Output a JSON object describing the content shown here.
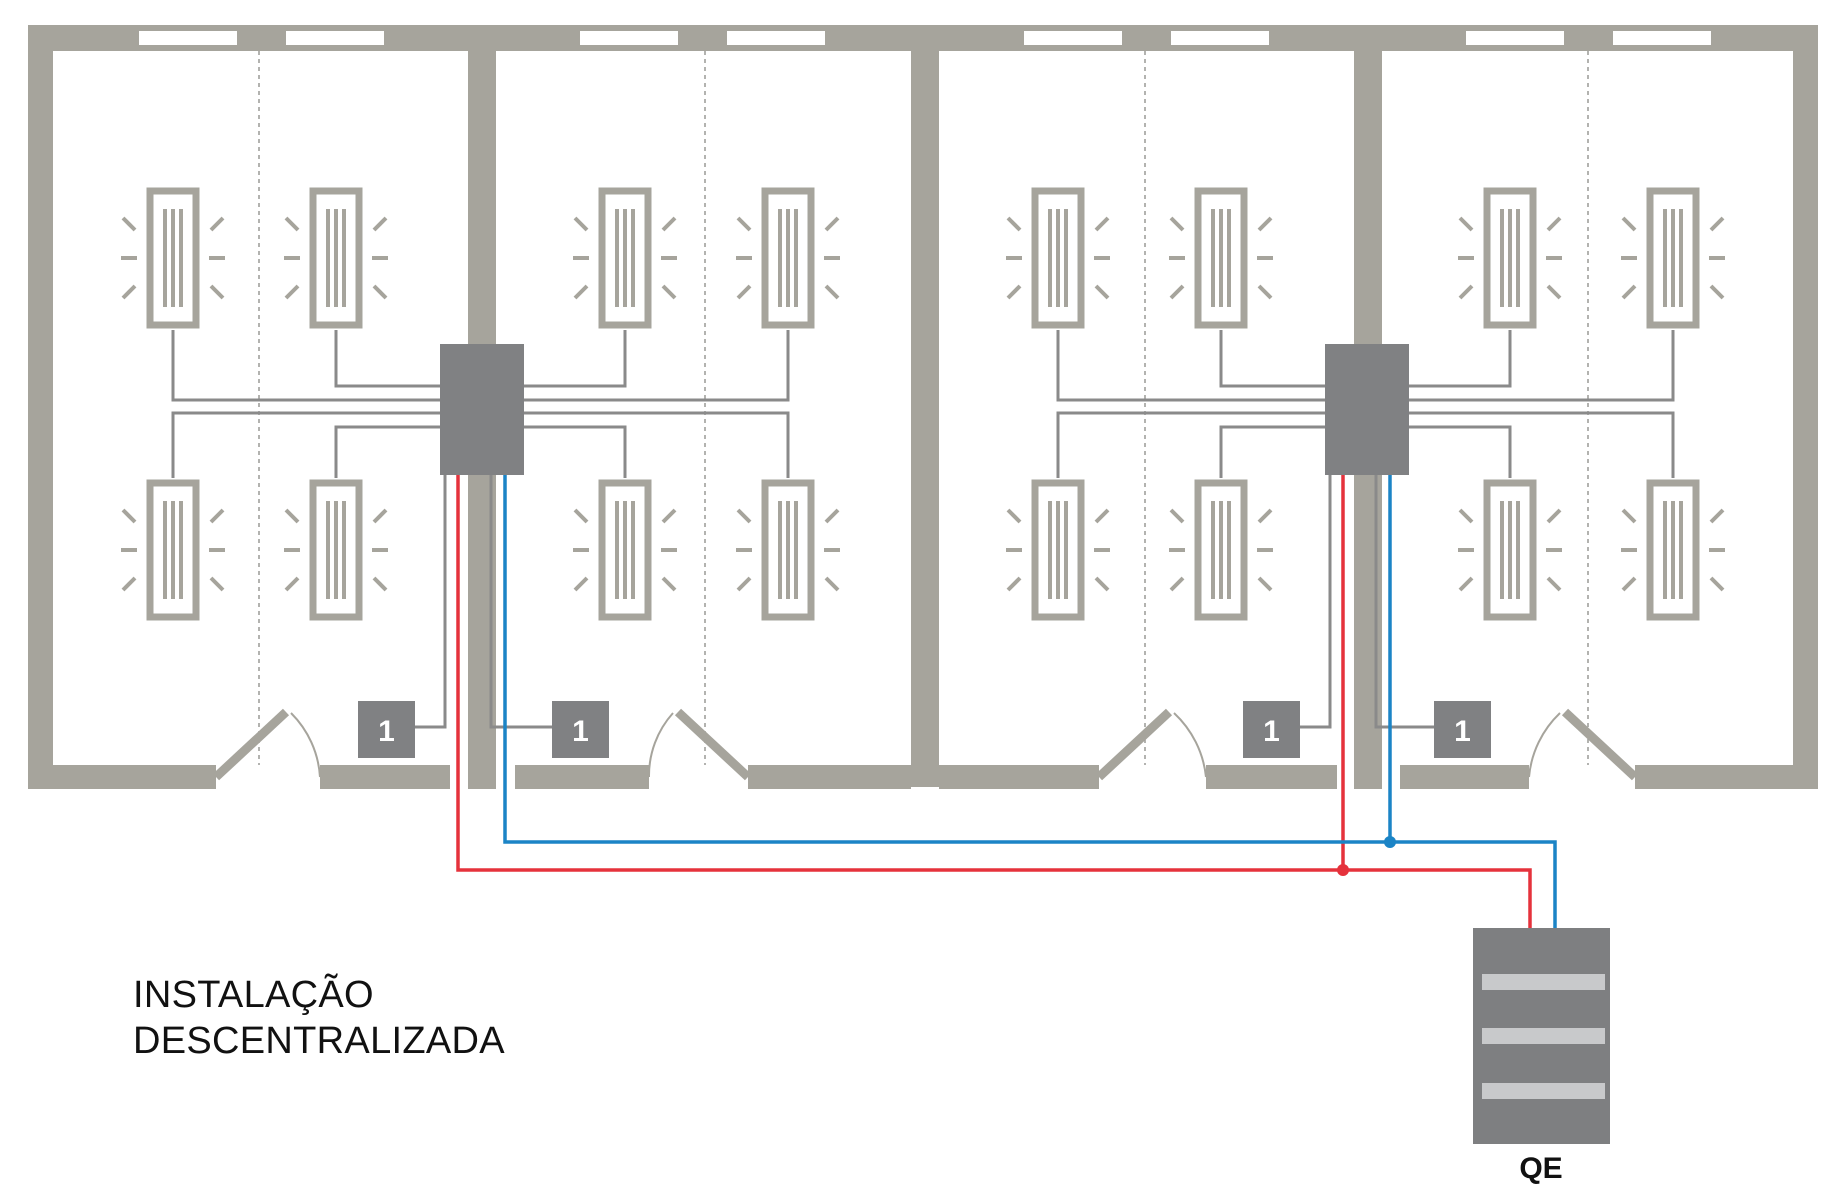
{
  "caption": {
    "line1": "INSTALAÇÃO",
    "line2": "DESCENTRALIZADA"
  },
  "switch_label": "1",
  "panel_label": "QE",
  "colors": {
    "wall": "#a6a49c",
    "junction_box": "#808183",
    "cable_gray": "#8a8a8a",
    "phase_cable": "#e5323c",
    "neutral_cable": "#1b84c6",
    "panel": "#7e7f81",
    "panel_slot": "#c8c9cb",
    "caption_text": "#111111",
    "background": "#ffffff"
  },
  "elements": {
    "rooms": 4,
    "luminaires": 16,
    "junction_boxes": 2,
    "switches": 4,
    "doors": 4,
    "distribution_panel": 1
  }
}
